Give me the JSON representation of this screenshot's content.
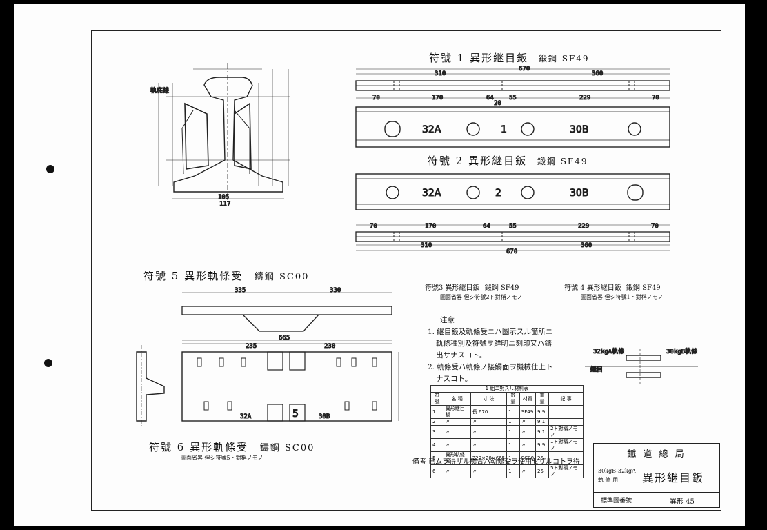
{
  "parts": {
    "p1": {
      "title": "符號 1  異形継目鈑",
      "material": "鍛鋼 SF49"
    },
    "p2": {
      "title": "符號 2  異形継目鈑",
      "material": "鍛鋼 SF49"
    },
    "p3": {
      "title": "符號3  異形継目鈑",
      "material": "鍛鋼 SF49",
      "note": "圖面省畧 但シ符號2ト對稱ノモノ"
    },
    "p4": {
      "title": "符號 4  異形継目鈑",
      "material": "鍛鋼 SF49",
      "note": "圖面省畧 但シ符號1ト對稱ノモノ"
    },
    "p5": {
      "title": "符號 5  異形軌條受",
      "material": "鑄鋼 SC00"
    },
    "p6": {
      "title": "符號 6  異形軌條受",
      "material": "鑄鋼 SC00",
      "note": "圖面省畧 但シ符號5ト對稱ノモノ"
    }
  },
  "notes": {
    "heading": "注意",
    "line1": "1. 継目鈑及軌條受ニハ圖示スル箇所ニ",
    "line2": "軌條種別及符號ヲ鮮明ニ刻印又ハ鑄",
    "line3": "出サナスコト。",
    "line4": "2. 軌條受ハ軌條ノ接觸面ヲ機械仕上ト",
    "line5": "ナスコト。"
  },
  "remark": "備考  已ムヲ得ザル場合ハ軌條受ヲ使用セザルコトヲ得",
  "section_labels": {
    "rail_base": "軌底線"
  },
  "dims": {
    "plate_total": "670",
    "plate_left": "310",
    "plate_right": "360",
    "seg": [
      "70",
      "170",
      "64",
      "55",
      "229",
      "70"
    ],
    "center": "20",
    "marks": [
      "32A",
      "1",
      "30B",
      "32A",
      "2",
      "30B"
    ],
    "base_total": "665",
    "base_l": "335",
    "base_r": "330",
    "base_l2": "235",
    "base_r2": "230",
    "bot_w": "105",
    "bot_w2": "117",
    "mark5": "5",
    "m32": "32A",
    "m30": "30B"
  },
  "side_sketch": {
    "left": "32kgA軌條",
    "right": "30kgB軌條",
    "mid": "継目"
  },
  "materials_table": {
    "caption": "1 組ニ對スル材料表",
    "headers": [
      "符號",
      "名  稱",
      "寸  法",
      "數量",
      "材質",
      "重量",
      "記  事"
    ],
    "rows": [
      [
        "1",
        "異形継目鈑",
        "長 670",
        "1",
        "SF49",
        "9.9",
        ""
      ],
      [
        "2",
        "〃",
        "〃",
        "1",
        "〃",
        "9.1",
        ""
      ],
      [
        "3",
        "〃",
        "〃",
        "1",
        "〃",
        "9.1",
        "2ト對稱ノモノ"
      ],
      [
        "4",
        "〃",
        "〃",
        "1",
        "〃",
        "9.9",
        "1ト對稱ノモノ"
      ],
      [
        "5",
        "異形軌條受",
        "220×20×665",
        "1",
        "SC00",
        "25",
        ""
      ],
      [
        "6",
        "〃",
        "〃",
        "1",
        "〃",
        "25",
        "5ト對稱ノモノ"
      ]
    ]
  },
  "title_block": {
    "org": "鐵 道 總 局",
    "rail_type": "30kgB-32kgA",
    "usage": "軌 條 用",
    "name": "異形継目鈑",
    "std_label": "標準圖番號",
    "number": "異形 45"
  }
}
